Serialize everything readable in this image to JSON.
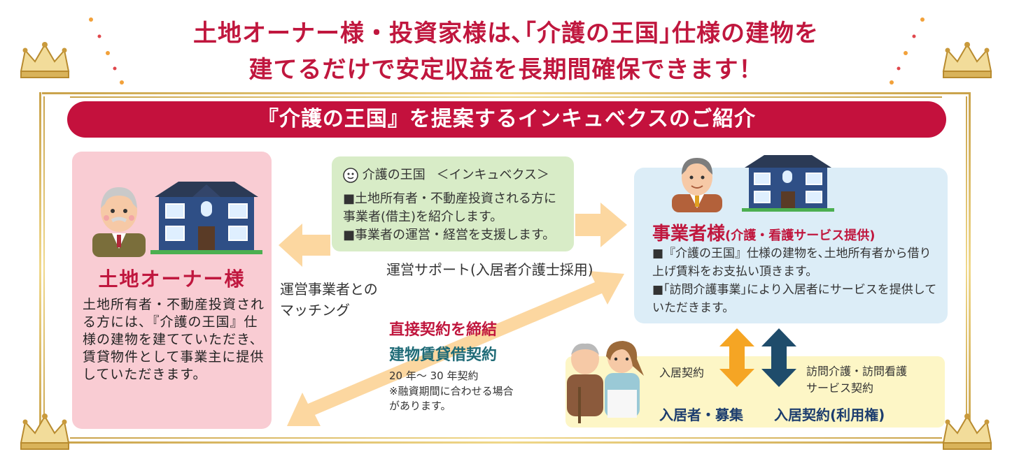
{
  "headline": {
    "line1": "土地オーナー様・投資家様は､｢介護の王国｣仕様の建物を",
    "line2": "建てるだけで安定収益を長期間確保できます！"
  },
  "banner": "『介護の王国』を提案するインキュベクスのご紹介",
  "owner": {
    "title": "土地オーナー様",
    "body": "土地所有者・不動産投資される方には、『介護の王国』仕様の建物を建てていただき、賃貸物件として事業主に提供していただきます。"
  },
  "incubex": {
    "brand": "介護の王国",
    "company": "＜インキュベクス＞",
    "item1": "■土地所有者・不動産投資される方に事業者(借主)を紹介します。",
    "item2": "■事業者の運営・経営を支援します。"
  },
  "operator": {
    "title": "事業者様",
    "subtitle": "(介護・看護サービス提供)",
    "item1": "■『介護の王国』仕様の建物を､土地所有者から借り上げ賃料をお支払い頂きます。",
    "item2": "■｢訪問介護事業｣により入居者にサービスを提供していただきます。"
  },
  "flows": {
    "support": "運営サポート(入居者介護士採用)",
    "matching_line1": "運営事業者との",
    "matching_line2": "マッチング",
    "direct_contract": "直接契約を締結",
    "lease_contract": "建物賃貸借契約",
    "term": "20 年～ 30 年契約",
    "note": "※融資期間に合わせる場合があります。"
  },
  "residents": {
    "move_in_contract": "入居契約",
    "visit_contract_line1": "訪問介護・訪問看護",
    "visit_contract_line2": "サービス契約",
    "recruit": "入居者・募集",
    "rights": "入居契約(利用権)"
  },
  "colors": {
    "accent_red": "#c0173e",
    "banner_red": "#c4113d",
    "gold": "#d4af5a",
    "arrow_peach": "#fcd7a0",
    "arrow_orange": "#f5a524",
    "arrow_navy": "#1f4c6b"
  },
  "icons": [
    "crown-icon",
    "house-icon",
    "senior-man-icon",
    "businessman-icon",
    "caregiver-icon",
    "logo-icon"
  ]
}
